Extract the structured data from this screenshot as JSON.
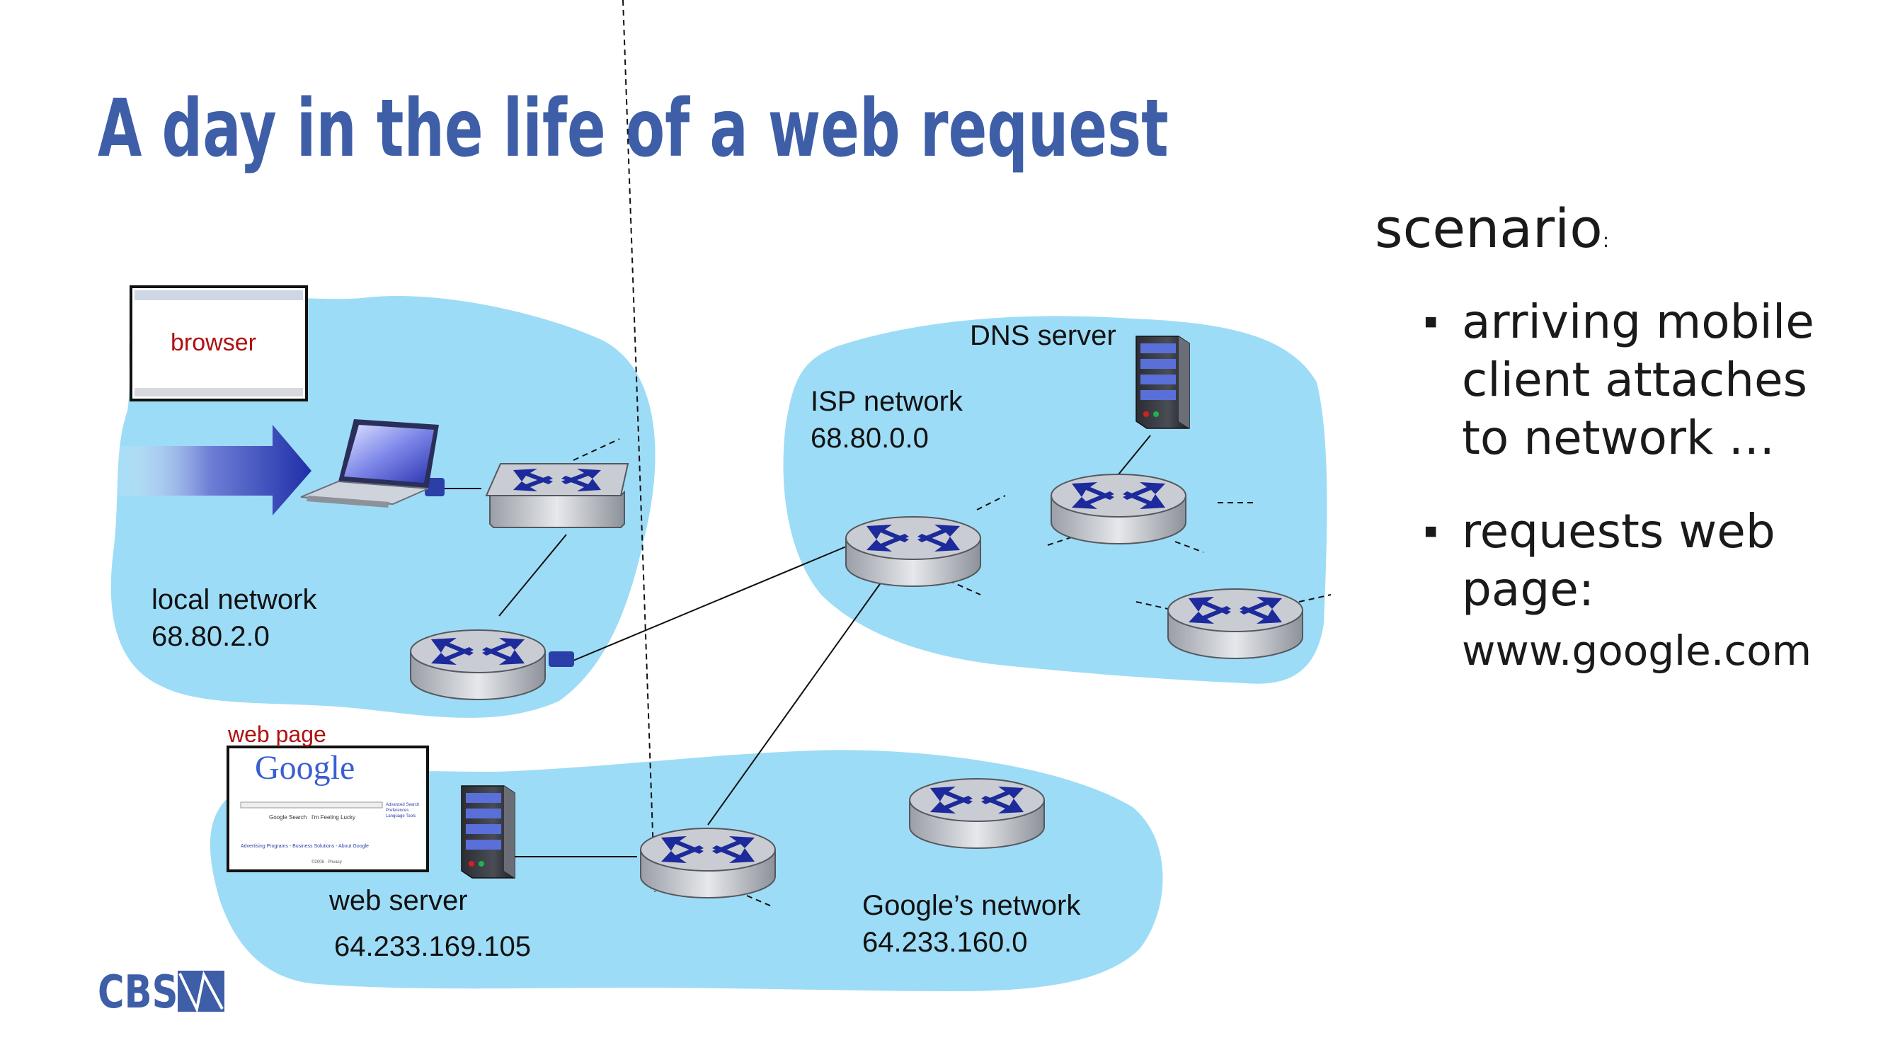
{
  "title": "A day in the life of a web request",
  "diagram": {
    "browser_label": "browser",
    "web_page_label": "web page",
    "local_network": {
      "name": "local network",
      "address": "68.80.2.0"
    },
    "isp_network": {
      "name": "ISP network",
      "address": "68.80.0.0"
    },
    "dns_server_label": "DNS server",
    "web_server": {
      "name": "web server",
      "address": "64.233.169.105"
    },
    "google_network": {
      "name": "Google’s network",
      "address": "64.233.160.0"
    },
    "google_page": {
      "logo": "Google",
      "search_button": "Google Search",
      "lucky_button": "I'm Feeling Lucky",
      "side_links": [
        "Advanced Search",
        "Preferences",
        "Language Tools"
      ],
      "footer_links": "Advertising Programs - Business Solutions - About Google",
      "copyright": "©2008 - Privacy"
    }
  },
  "scenario": {
    "heading": "scenario",
    "heading_suffix": ":",
    "bullets": [
      {
        "lines": [
          "arriving mobile",
          "client attaches",
          "to network …"
        ]
      },
      {
        "lines": [
          "requests web",
          "page:"
        ],
        "detail": "www.google.com"
      }
    ]
  },
  "logo_text": "CBS",
  "colors": {
    "title": "#3e5fa7",
    "cloud": "#9ddcf6",
    "router_x": "#1c2a9c",
    "label_red": "#b01010"
  }
}
